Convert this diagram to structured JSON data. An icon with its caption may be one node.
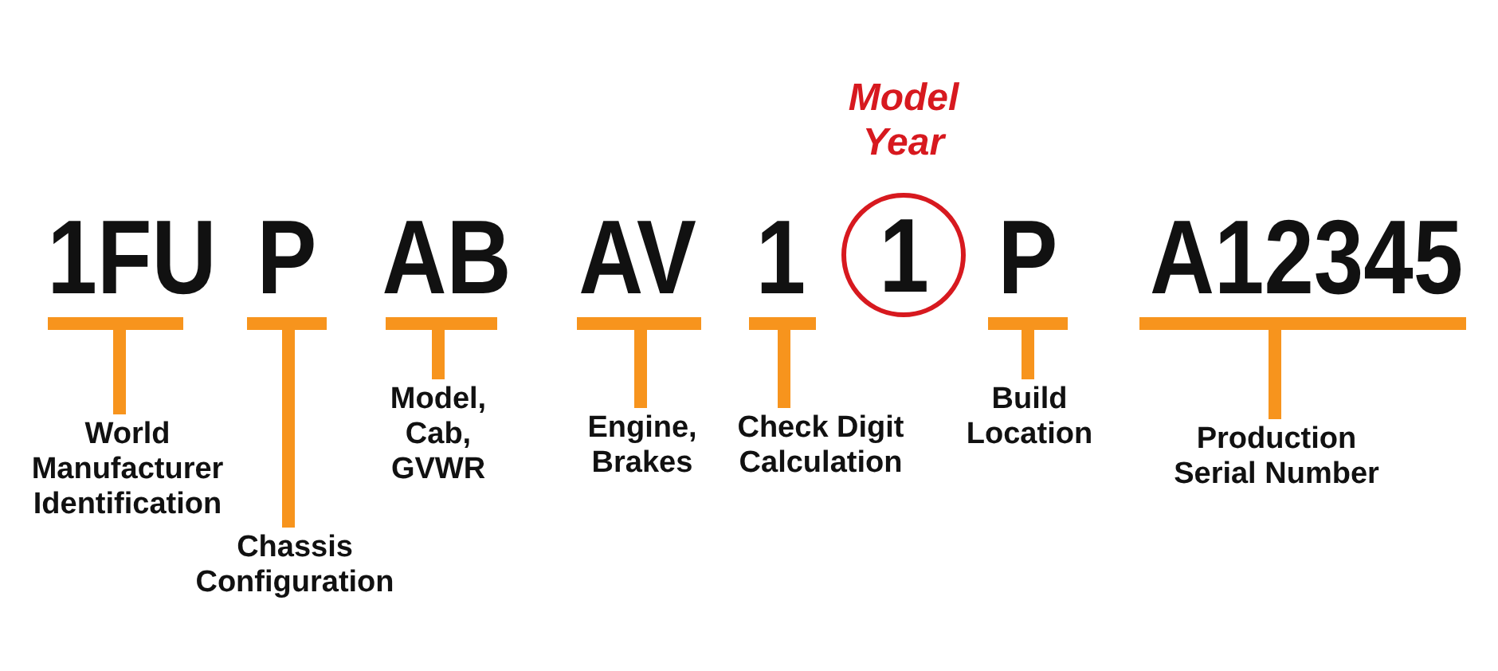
{
  "diagram": {
    "nodes": [
      {
        "text": [
          "1FU"
        ]
      },
      {
        "text": [
          "P"
        ]
      },
      {
        "text": [
          "AB"
        ]
      },
      {
        "text": [
          "AV"
        ]
      },
      {
        "text": [
          "1"
        ]
      },
      {
        "text": [
          "1"
        ],
        "beside": [
          "Model Year"
        ]
      },
      {
        "text": [
          "P"
        ]
      },
      {
        "text": [
          "A12345"
        ]
      },
      {
        "text": [
          "World Manufacturer Identification"
        ]
      },
      {
        "text": [
          "Chassis Configuration"
        ]
      },
      {
        "text": [
          "Model, Cab, GVWR"
        ]
      },
      {
        "text": [
          "Engine, Brakes"
        ]
      },
      {
        "text": [
          "Check Digit Calculation"
        ]
      },
      {
        "text": [
          "Build Location"
        ]
      },
      {
        "text": [
          "Production Serial Number"
        ]
      }
    ],
    "edges": [
      {
        "from": 0,
        "to": 8,
        "arrow": "none"
      },
      {
        "from": 1,
        "to": 9,
        "arrow": "none"
      },
      {
        "from": 2,
        "to": 10,
        "arrow": "none"
      },
      {
        "from": 3,
        "to": 11,
        "arrow": "none"
      },
      {
        "from": 4,
        "to": 12,
        "arrow": "none"
      },
      {
        "from": 6,
        "to": 13,
        "arrow": "none"
      },
      {
        "from": 7,
        "to": 14,
        "arrow": "none"
      }
    ]
  }
}
